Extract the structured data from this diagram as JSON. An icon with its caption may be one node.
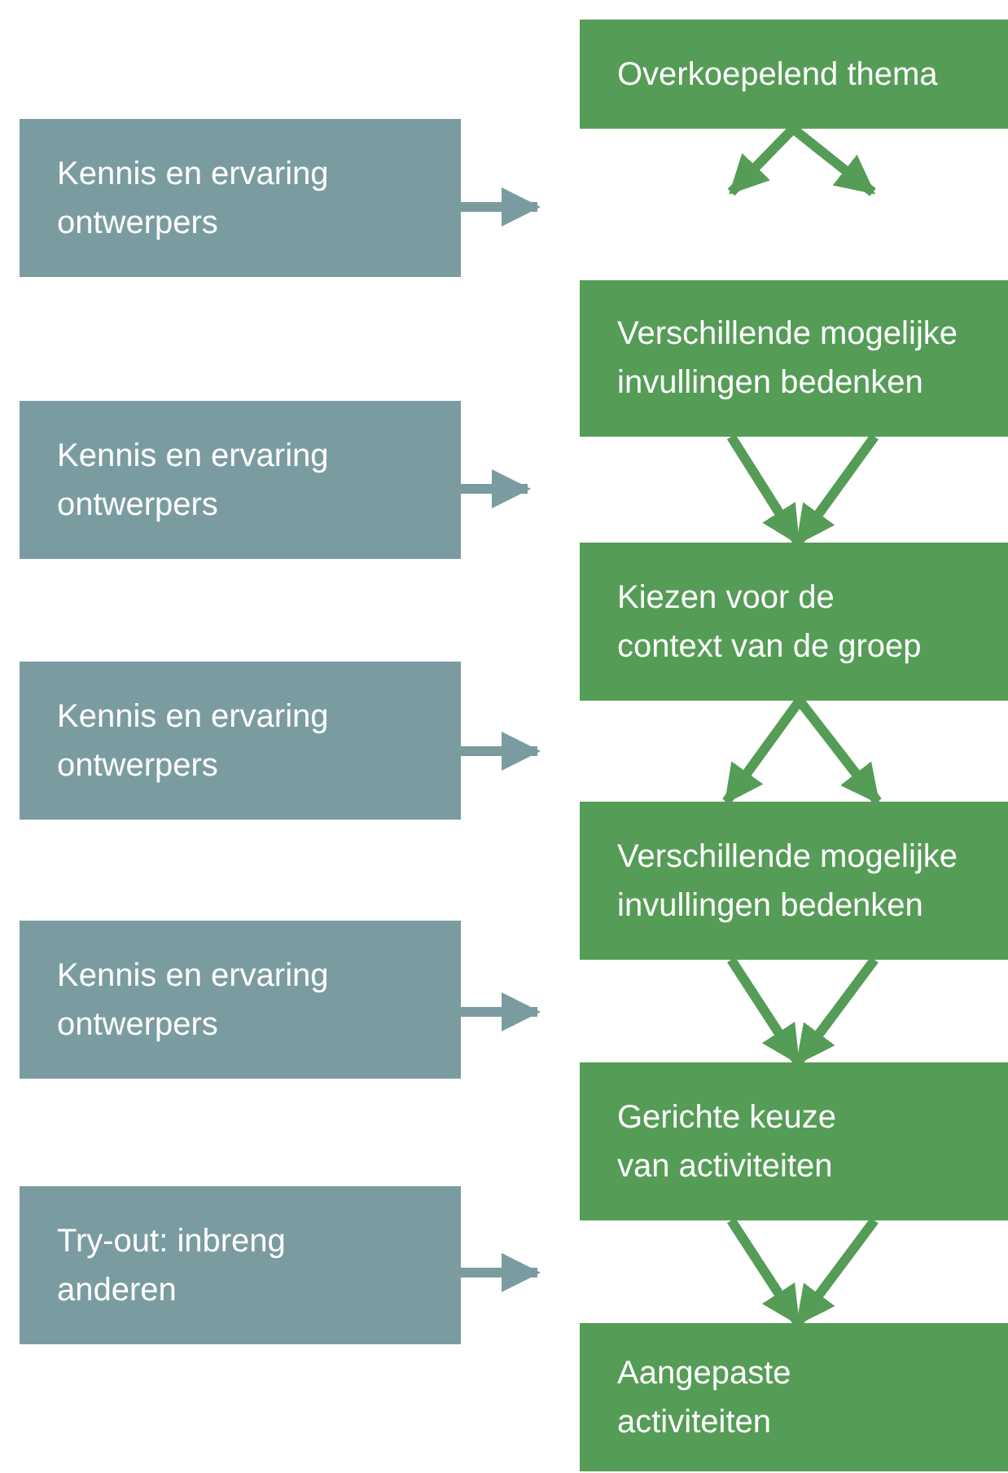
{
  "diagram": {
    "nodes": [
      {
        "text": [
          "Overkoepelend thema"
        ]
      },
      {
        "text": [
          "Kennis en ervaring ontwerpers"
        ]
      },
      {
        "text": [
          "Verschillende mogelijke invullingen bedenken"
        ]
      },
      {
        "text": [
          "Kennis en ervaring ontwerpers"
        ]
      },
      {
        "text": [
          "Kiezen voor de context van de groep"
        ]
      },
      {
        "text": [
          "Kennis en ervaring ontwerpers"
        ]
      },
      {
        "text": [
          "Verschillende mogelijke invullingen bedenken"
        ]
      },
      {
        "text": [
          "Kennis en ervaring ontwerpers"
        ]
      },
      {
        "text": [
          "Gerichte keuze van activiteiten"
        ]
      },
      {
        "text": [
          "Try-out: inbreng anderen"
        ]
      },
      {
        "text": [
          "Aangepaste activiteiten"
        ]
      }
    ],
    "edges": [
      {
        "from": 0,
        "to": null,
        "arrow": "to"
      },
      {
        "from": 0,
        "to": null,
        "arrow": "to"
      },
      {
        "from": 1,
        "to": null,
        "arrow": "to",
        "color": "#7a9ca1"
      },
      {
        "from": 2,
        "to": 4,
        "arrow": "to"
      },
      {
        "from": 2,
        "to": 4,
        "arrow": "to"
      },
      {
        "from": 3,
        "to": null,
        "arrow": "to",
        "color": "#7a9ca1"
      },
      {
        "from": 4,
        "to": 6,
        "arrow": "to"
      },
      {
        "from": 4,
        "to": 6,
        "arrow": "to"
      },
      {
        "from": 5,
        "to": null,
        "arrow": "to",
        "color": "#7a9ca1"
      },
      {
        "from": 6,
        "to": 8,
        "arrow": "to"
      },
      {
        "from": 6,
        "to": 8,
        "arrow": "to"
      },
      {
        "from": 7,
        "to": null,
        "arrow": "to",
        "color": "#7a9ca1"
      },
      {
        "from": 8,
        "to": 10,
        "arrow": "to"
      },
      {
        "from": 8,
        "to": 10,
        "arrow": "to"
      },
      {
        "from": 9,
        "to": null,
        "arrow": "to",
        "color": "#7a9ca1"
      }
    ]
  }
}
